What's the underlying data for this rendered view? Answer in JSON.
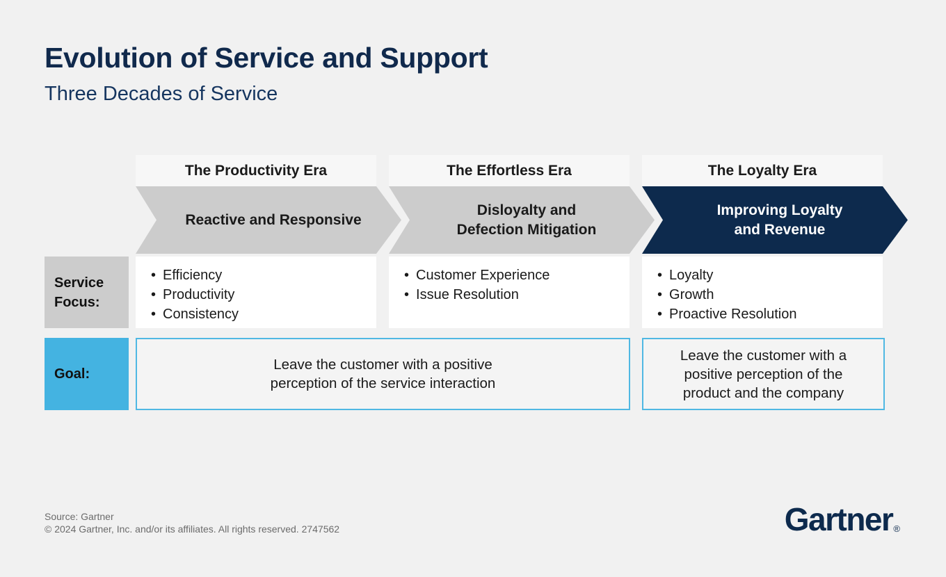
{
  "header": {
    "title": "Evolution of Service and Support",
    "subtitle": "Three Decades of Service"
  },
  "row_labels": {
    "service_focus": "Service Focus:",
    "goal": "Goal:"
  },
  "eras": [
    {
      "name": "The Productivity Era",
      "arrow_lines": [
        "Reactive and Responsive"
      ],
      "service_focus": [
        "Efficiency",
        "Productivity",
        "Consistency"
      ]
    },
    {
      "name": "The Effortless Era",
      "arrow_lines": [
        "Disloyalty and",
        "Defection Mitigation"
      ],
      "service_focus": [
        "Customer Experience",
        "Issue Resolution"
      ]
    },
    {
      "name": "The Loyalty Era",
      "arrow_lines": [
        "Improving Loyalty",
        "and Revenue"
      ],
      "service_focus": [
        "Loyalty",
        "Growth",
        "Proactive Resolution"
      ]
    }
  ],
  "goals": [
    {
      "lines": [
        "Leave the customer with a positive",
        "perception of the service interaction"
      ]
    },
    {
      "lines": [
        "Leave the customer with a",
        "positive perception of the",
        "product and the company"
      ]
    }
  ],
  "footer": {
    "source": "Source: Gartner",
    "copyright": "© 2024 Gartner, Inc. and/or its affiliates. All rights reserved. 2747562",
    "logo_text": "Gartner",
    "logo_reg": "®"
  },
  "colors": {
    "navy": "#0D2A4D",
    "title_navy": "#10294C",
    "subtitle_navy": "#15355F",
    "arrow_gray": "#CCCCCC",
    "accent_blue": "#44B3E1",
    "goal_border_blue": "#4FB8E3",
    "era_band_bg": "#F7F7F7",
    "page_bg": "#F1F1F1"
  }
}
